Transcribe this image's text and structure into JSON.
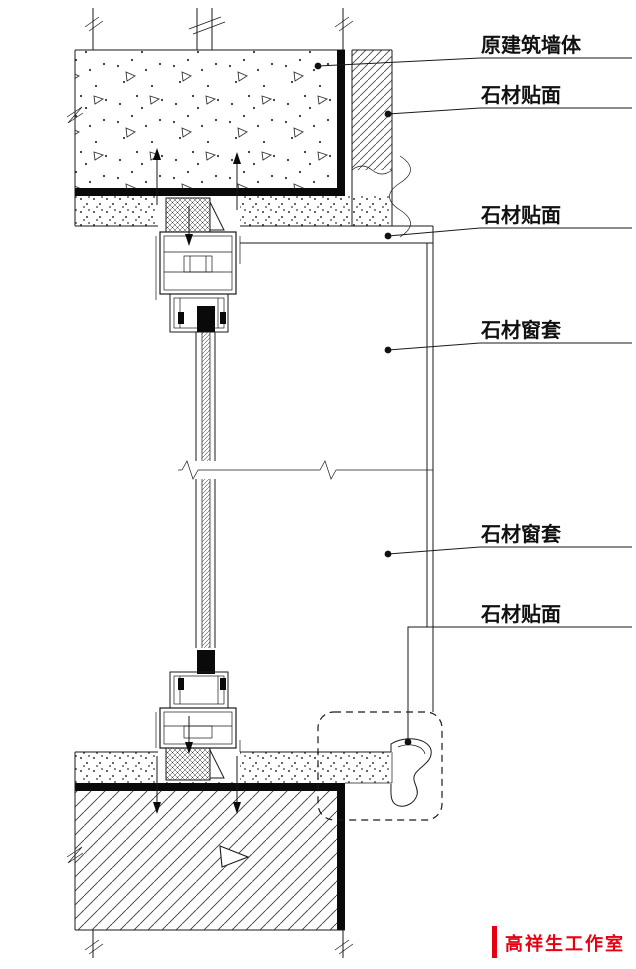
{
  "colors": {
    "line": "#1a1a1a",
    "watermark_red": "#e60012",
    "background": "#ffffff"
  },
  "annotations": [
    {
      "id": "original-wall",
      "text": "原建筑墙体"
    },
    {
      "id": "stone-veneer-top",
      "text": "石材贴面"
    },
    {
      "id": "stone-veneer-head",
      "text": "石材贴面"
    },
    {
      "id": "stone-casing-upper",
      "text": "石材窗套"
    },
    {
      "id": "stone-casing-lower",
      "text": "石材窗套"
    },
    {
      "id": "stone-veneer-sill",
      "text": "石材贴面"
    }
  ],
  "watermark": {
    "text": "高祥生工作室"
  }
}
